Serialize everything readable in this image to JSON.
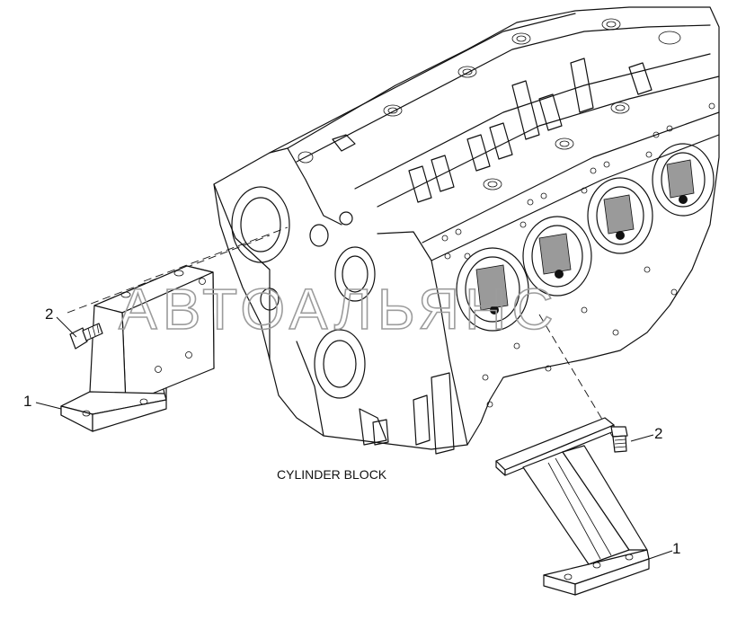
{
  "diagram": {
    "caption": "CYLINDER BLOCK",
    "watermark": "АВТОАЛЬЯНС",
    "callouts": [
      {
        "id": "left-bolt",
        "label": "2"
      },
      {
        "id": "left-bracket",
        "label": "1"
      },
      {
        "id": "right-bolt",
        "label": "2"
      },
      {
        "id": "right-bracket",
        "label": "1"
      }
    ]
  }
}
